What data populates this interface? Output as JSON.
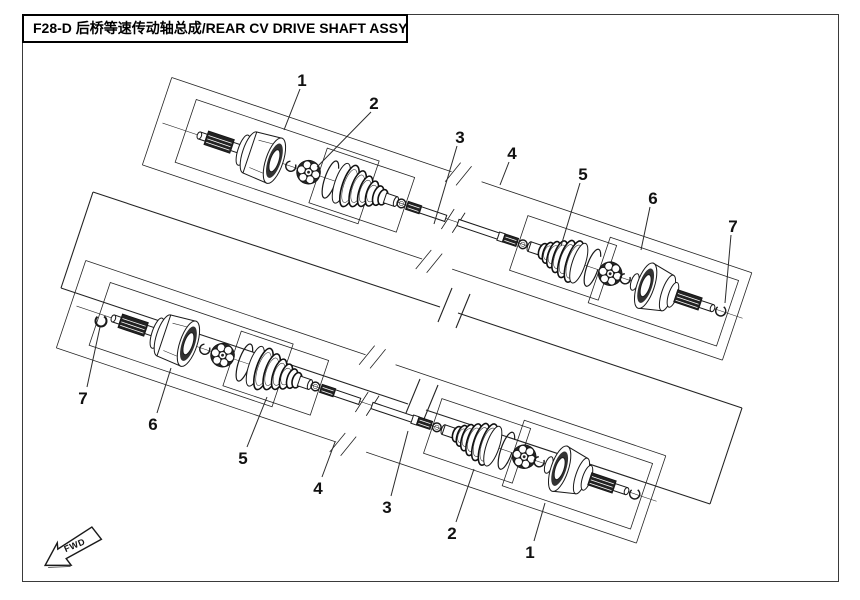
{
  "title": "F28-D 后桥等速传动轴总成/REAR CV DRIVE SHAFT ASSY",
  "drawing_type": "exploded parts diagram - rear CV drive shaft, two shaft assemblies shown",
  "colors": {
    "line": "#1a1a1a",
    "border": "#3a3a3a",
    "background": "#ffffff",
    "title_text": "#000000"
  },
  "callouts": {
    "top": [
      {
        "label": "1"
      },
      {
        "label": "2"
      },
      {
        "label": "3"
      },
      {
        "label": "4"
      },
      {
        "label": "5"
      },
      {
        "label": "6"
      },
      {
        "label": "7"
      }
    ],
    "bottom": [
      {
        "label": "7"
      },
      {
        "label": "6"
      },
      {
        "label": "5"
      },
      {
        "label": "4"
      },
      {
        "label": "3"
      },
      {
        "label": "2"
      },
      {
        "label": "1"
      }
    ]
  },
  "direction_arrow": {
    "label": "FWD"
  }
}
